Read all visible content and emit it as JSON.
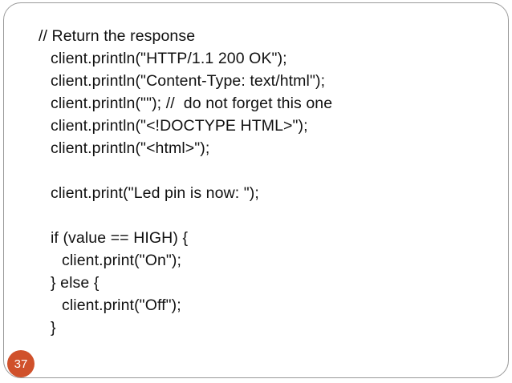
{
  "slide": {
    "background_color": "#ffffff",
    "border_color": "#999999",
    "text_color": "#111111",
    "accent_color": "#d0512b",
    "page_number": "37",
    "code": {
      "lines": [
        {
          "indent": 0,
          "text": "// Return the response"
        },
        {
          "indent": 1,
          "text": "client.println(\"HTTP/1.1 200 OK\");"
        },
        {
          "indent": 1,
          "text": "client.println(\"Content-Type: text/html\");"
        },
        {
          "indent": 1,
          "text": "client.println(\"\"); //  do not forget this one"
        },
        {
          "indent": 1,
          "text": "client.println(\"<!DOCTYPE HTML>\");"
        },
        {
          "indent": 1,
          "text": "client.println(\"<html>\");"
        },
        {
          "indent": 0,
          "text": ""
        },
        {
          "indent": 1,
          "text": "client.print(\"Led pin is now: \");"
        },
        {
          "indent": 0,
          "text": ""
        },
        {
          "indent": 1,
          "text": "if (value == HIGH) {"
        },
        {
          "indent": 2,
          "text": "client.print(\"On\");"
        },
        {
          "indent": 1,
          "text": "} else {"
        },
        {
          "indent": 2,
          "text": "client.print(\"Off\");"
        },
        {
          "indent": 1,
          "text": "}"
        }
      ]
    }
  }
}
